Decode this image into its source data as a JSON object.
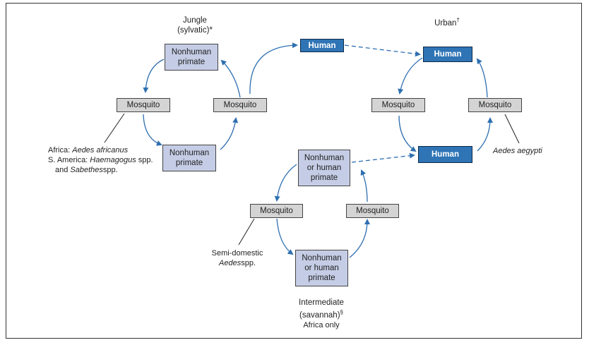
{
  "colors": {
    "primate_fill": "#c5cde6",
    "mosquito_fill": "#d4d4d4",
    "human_fill": "#2f74b5",
    "arrow": "#2e6fb0"
  },
  "cycles": {
    "jungle": {
      "title": "Jungle",
      "subtitle": "(sylvatic)*"
    },
    "urban": {
      "title": "Urban",
      "mark": "†"
    },
    "intermediate": {
      "title": "Intermediate",
      "subtitle": "(savannah)",
      "mark": "§",
      "note": "Africa only"
    }
  },
  "nodes": {
    "j_primate_top": "Nonhuman primate",
    "j_mosq_left": "Mosquito",
    "j_mosq_right": "Mosquito",
    "j_primate_bottom": "Nonhuman primate",
    "human_top": "Human",
    "u_human_top": "Human",
    "u_mosq_left": "Mosquito",
    "u_mosq_right": "Mosquito",
    "u_human_bottom": "Human",
    "i_primate_top": "Nonhuman or human primate",
    "i_mosq_left": "Mosquito",
    "i_mosq_right": "Mosquito",
    "i_primate_bottom": "Nonhuman or human primate"
  },
  "notes": {
    "jungle_vectors": {
      "africa_prefix": "Africa: ",
      "africa_species": "Aedes africanus",
      "sa_prefix": "S. America: ",
      "sa_species": "Haemagogus",
      "sa_spp": " spp.",
      "and": "and ",
      "sabethes": "Sabethes",
      "sabethes_spp": "spp."
    },
    "urban_vector": "Aedes aegypti",
    "intermediate_vector": {
      "line1": "Semi-domestic",
      "species": "Aedes",
      "spp": "spp."
    }
  }
}
